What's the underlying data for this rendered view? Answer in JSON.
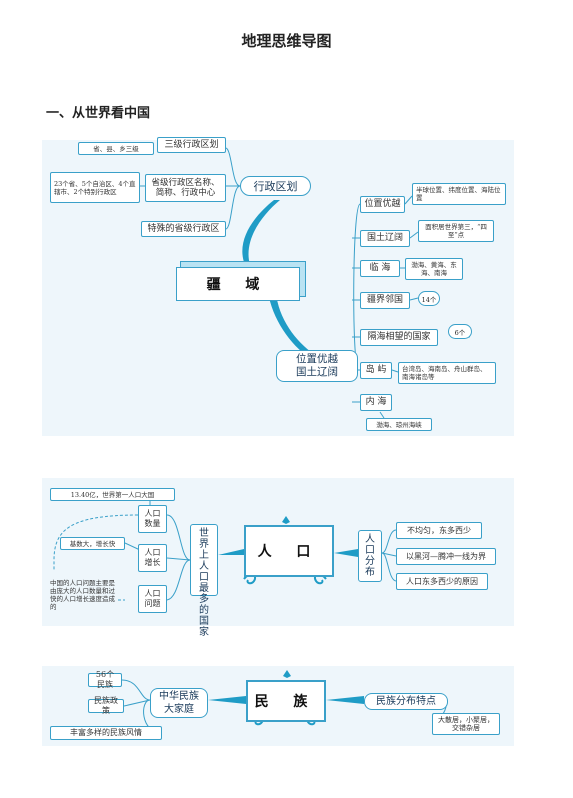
{
  "page_title": "地理思维导图",
  "section_title": "一、从世界看中国",
  "map1": {
    "center": "疆 域",
    "hub_admin": "行政区划",
    "hub_position": "位置优越\n国土辽阔",
    "admin_items": [
      "三级行政区划",
      "省级行政区名称、简称、行政中心",
      "特殊的省级行政区"
    ],
    "admin_notes": [
      "省、县、乡三级",
      "23个省、5个自治区、4个直辖市、2个特别行政区"
    ],
    "position_items": [
      "位置优越",
      "国土辽阔",
      "临 海",
      "疆界邻国",
      "隔海相望的国家",
      "岛 屿",
      "内 海"
    ],
    "position_notes": [
      "半球位置、纬度位置、海陆位置",
      "面积居世界第三，“四至”点",
      "渤海、黄海、东海、南海",
      "台湾岛、海南岛、舟山群岛、南海诸岛等",
      "渤海、琼州海峡"
    ],
    "bubbles": [
      "14个",
      "6个"
    ]
  },
  "map2": {
    "center": "人 口",
    "hub_left": "世界上人口最多的国家",
    "hub_right": "人口分布",
    "left_items": [
      "人口数量",
      "人口增长",
      "人口问题"
    ],
    "left_notes": [
      "13.40亿，世界第一人口大国",
      "基数大，增长快",
      "中国的人口问题主要是由庞大的人口数量和过快的人口增长速度造成的"
    ],
    "right_items": [
      "不均匀，东多西少",
      "以黑河—腾冲一线为界",
      "人口东多西少的原因"
    ]
  },
  "map3": {
    "center": "民 族",
    "hub_left": "中华民族\n大家庭",
    "hub_right": "民族分布特点",
    "left_items": [
      "56个民族",
      "民族政策",
      "丰富多样的民族风情"
    ],
    "right_note": "大散居，小聚居，交错杂居"
  }
}
